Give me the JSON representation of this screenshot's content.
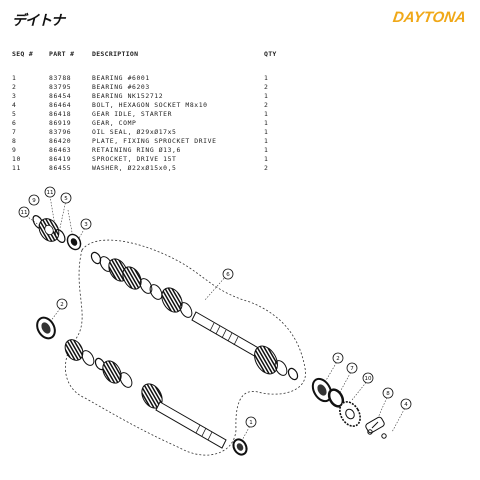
{
  "brand": {
    "left_logo": "デイトナ",
    "right_logo": "DAYTONA"
  },
  "table": {
    "headers": {
      "seq": "SEQ #",
      "part": "PART #",
      "desc": "DESCRIPTION",
      "qty": "QTY"
    },
    "rows": [
      {
        "seq": "1",
        "part": "83788",
        "desc": "BEARING #6001",
        "qty": "1"
      },
      {
        "seq": "2",
        "part": "83795",
        "desc": "BEARING #6203",
        "qty": "2"
      },
      {
        "seq": "3",
        "part": "86454",
        "desc": "BEARING NK152712",
        "qty": "1"
      },
      {
        "seq": "4",
        "part": "86464",
        "desc": "BOLT, HEXAGON SOCKET M8x10",
        "qty": "2"
      },
      {
        "seq": "5",
        "part": "86418",
        "desc": "GEAR IDLE, STARTER",
        "qty": "1"
      },
      {
        "seq": "6",
        "part": "86919",
        "desc": "GEAR, COMP",
        "qty": "1"
      },
      {
        "seq": "7",
        "part": "83796",
        "desc": "OIL SEAL, Ø29xØ17x5",
        "qty": "1"
      },
      {
        "seq": "8",
        "part": "86420",
        "desc": "PLATE, FIXING SPROCKET DRIVE",
        "qty": "1"
      },
      {
        "seq": "9",
        "part": "86463",
        "desc": "RETAINING RING Ø13,6",
        "qty": "1"
      },
      {
        "seq": "10",
        "part": "86419",
        "desc": "SPROCKET, DRIVE 15T",
        "qty": "1"
      },
      {
        "seq": "11",
        "part": "86455",
        "desc": "WASHER, Ø22xØ15x0,5",
        "qty": "2"
      }
    ]
  },
  "callouts": {
    "c1": "1",
    "c2a": "2",
    "c2b": "2",
    "c3": "3",
    "c4": "4",
    "c5": "5",
    "c6": "6",
    "c7": "7",
    "c8": "8",
    "c9": "9",
    "c10": "10",
    "c11a": "11",
    "c11b": "11"
  }
}
